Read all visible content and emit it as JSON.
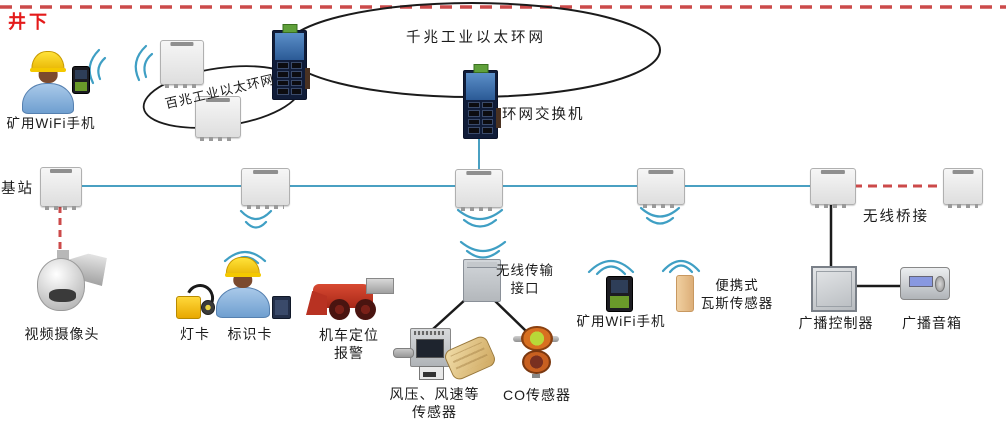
{
  "zone": {
    "label": "井下"
  },
  "rings": {
    "gigabit_label": "千兆工业以太环网",
    "fast_label": "百兆工业以太环网"
  },
  "nodes": {
    "ring_switch": "环网交换机",
    "base_station": "基站",
    "wireless_bridge": "无线桥接",
    "wifi_phone_left": "矿用WiFi手机",
    "video_camera": "视频摄像头",
    "lamp_card": "灯卡",
    "id_card": "标识卡",
    "locomotive_alarm": "机车定位\n报警",
    "wireless_interface": "无线传输\n接口",
    "wind_sensors": "风压、风速等\n传感器",
    "co_sensor": "CO传感器",
    "wifi_phone_right": "矿用WiFi手机",
    "portable_gas_sensor": "便携式\n瓦斯传感器",
    "broadcast_controller": "广播控制器",
    "broadcast_speaker": "广播音箱"
  },
  "colors": {
    "zone_label_red": "#e41a1a",
    "boundary_dash_red": "#cc4a4a",
    "backbone_blue": "#4aa0c2",
    "wifi_arc_blue": "#3f9fc4",
    "line_black": "#1b1b1b",
    "ring_line_black": "#1a1a1a"
  },
  "icons": {
    "miner": "miner-figure-icon",
    "wifi_phone": "wifi-handset-icon",
    "access_point": "access-point-box-icon",
    "ring_switch": "industrial-switch-icon",
    "base_station": "base-station-box-icon",
    "dome_camera": "dome-camera-icon",
    "lamp_card": "cap-lamp-icon",
    "id_card": "id-card-icon",
    "locomotive": "mine-loader-icon",
    "wireless_interface": "junction-box-icon",
    "wind_sensor": "wind-pressure-sensor-icon",
    "co_sensor": "co-sensor-icon",
    "gas_sensor": "portable-gas-sensor-icon",
    "broadcast_controller": "controller-box-icon",
    "broadcast_speaker": "speaker-unit-icon",
    "wifi_waves": "wifi-waves-icon"
  }
}
